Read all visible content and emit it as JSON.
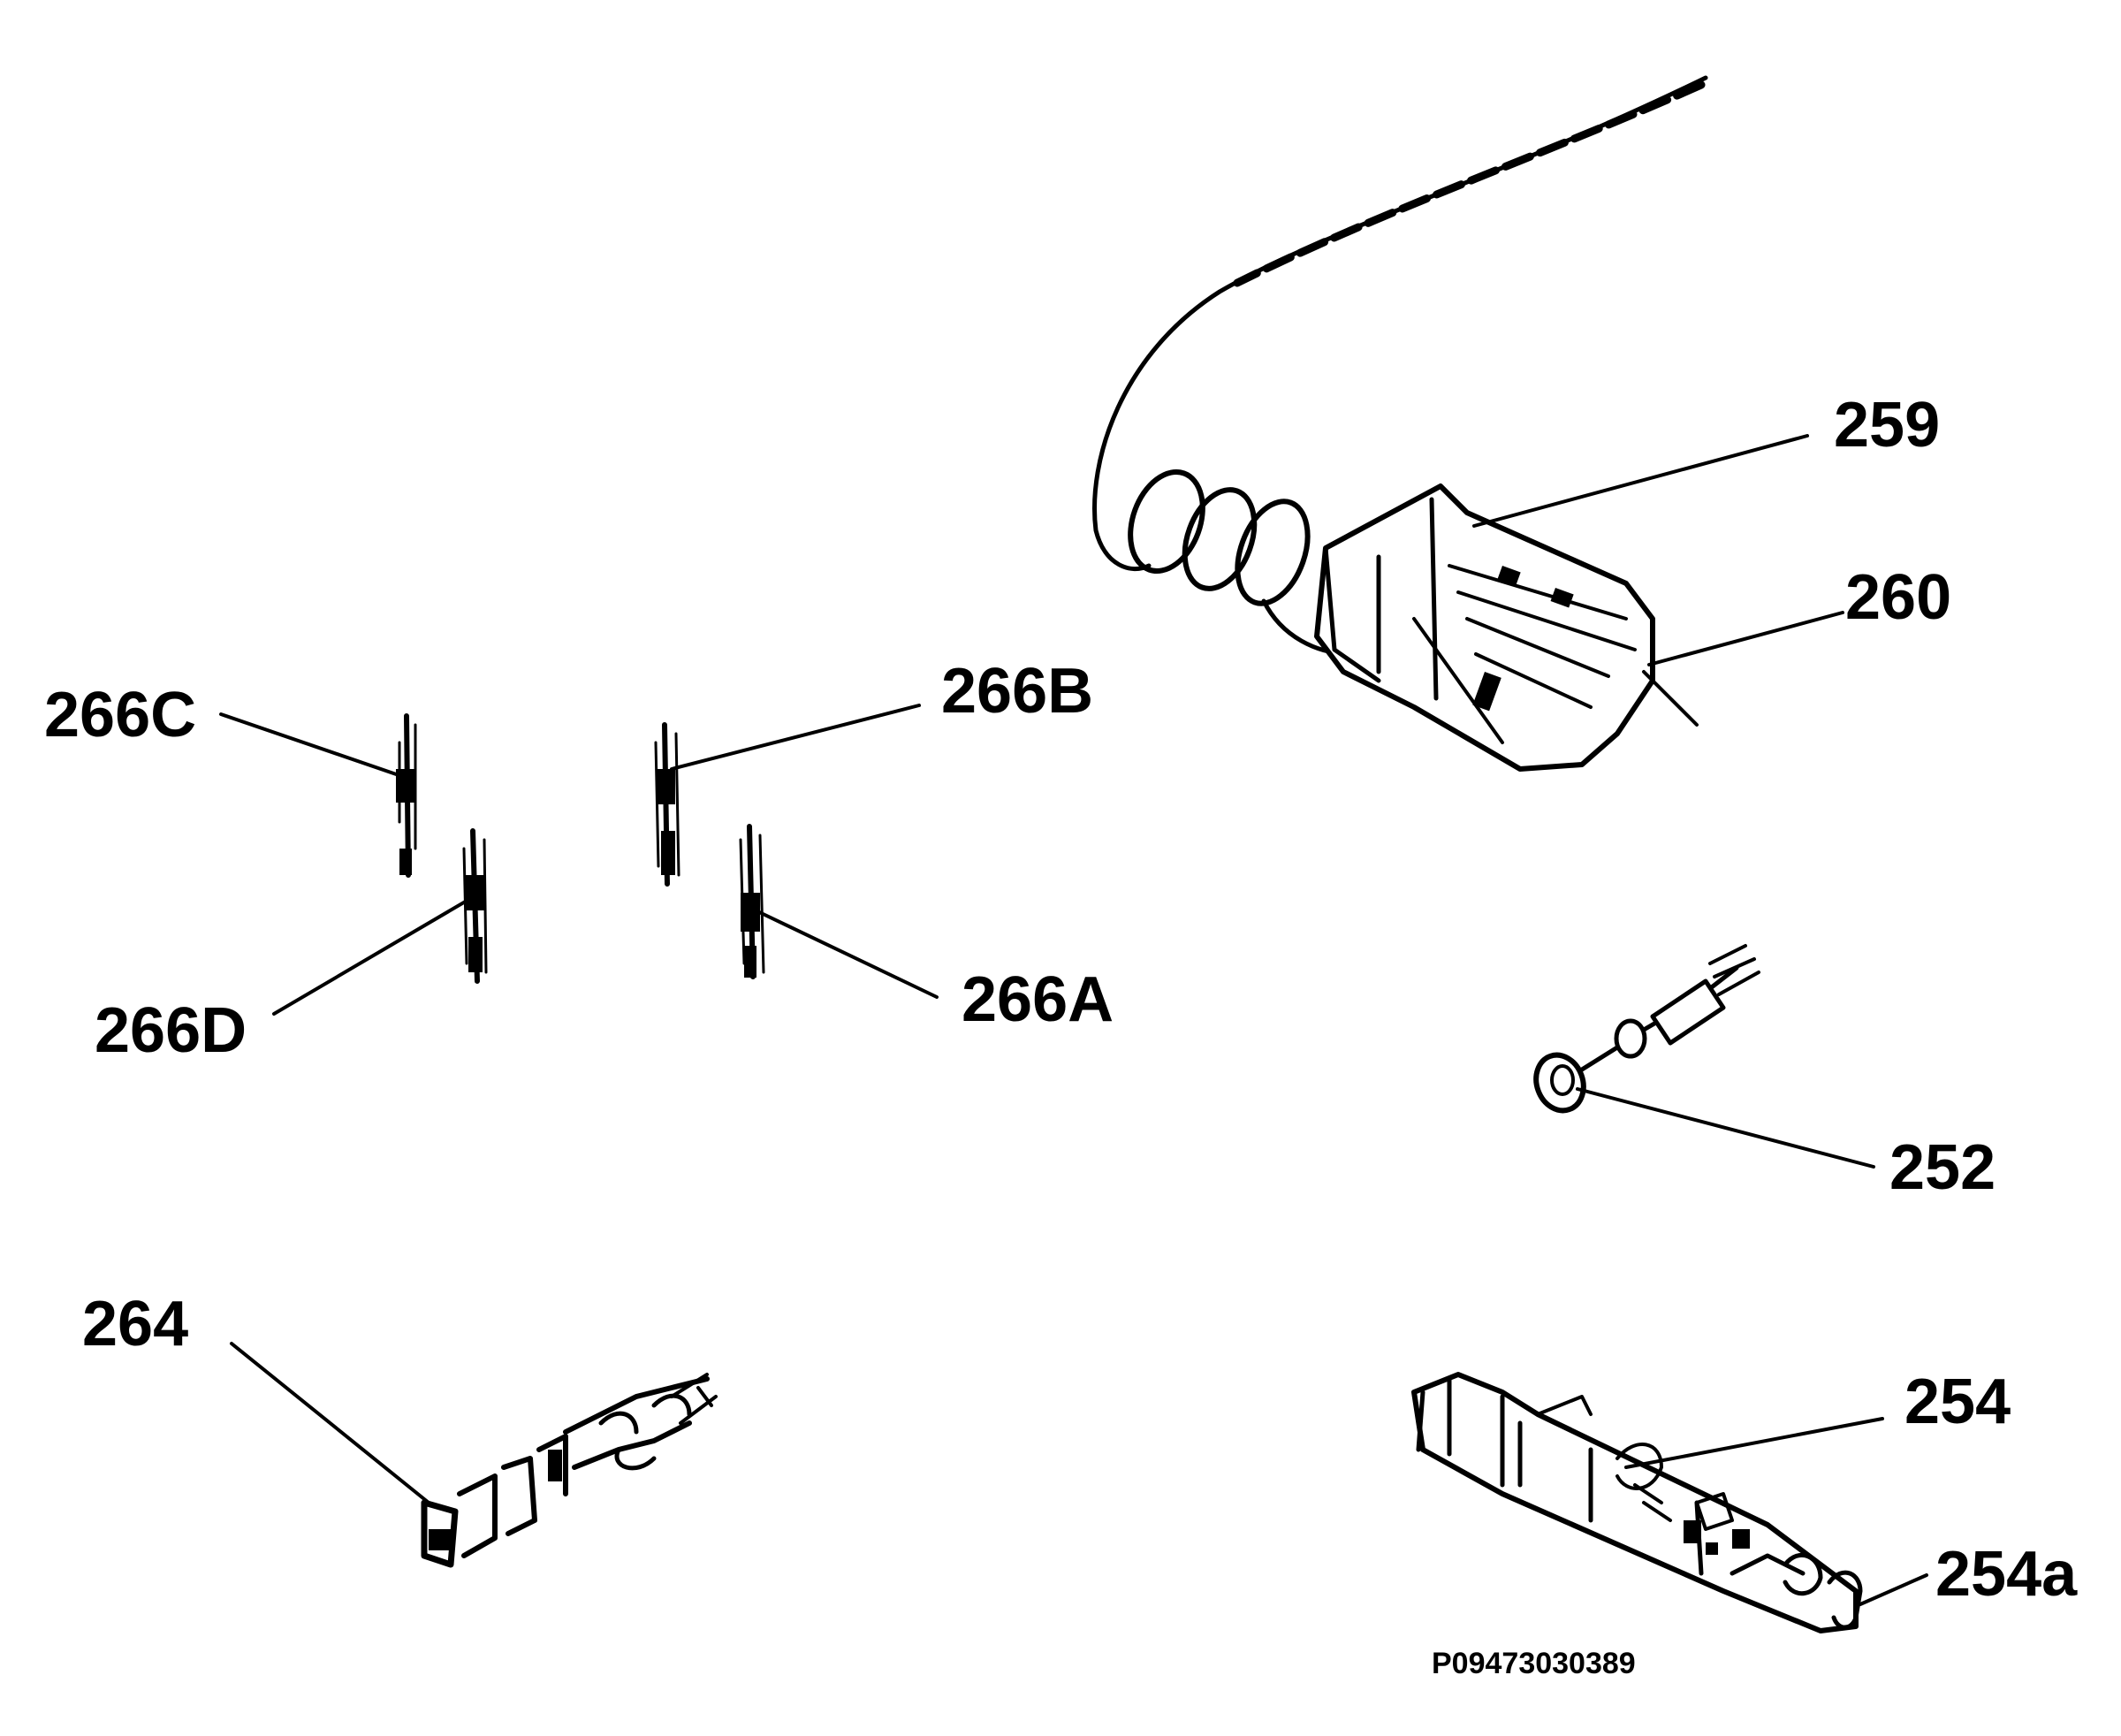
{
  "labels": {
    "p259": "259",
    "p260": "260",
    "p266B": "266B",
    "p266C": "266C",
    "p266D": "266D",
    "p266A": "266A",
    "p252": "252",
    "p264": "264",
    "p254": "254",
    "p254a": "254a"
  },
  "drawing_code": "P09473030389",
  "colors": {
    "ink": "#000000",
    "background": "#ffffff"
  }
}
